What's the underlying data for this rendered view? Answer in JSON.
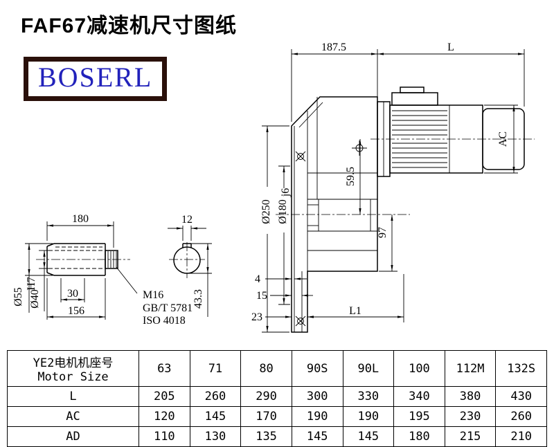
{
  "page": {
    "title": "FAF67减速机尺寸图纸",
    "logo_text": "BOSERL"
  },
  "drawing": {
    "dim_187_5": "187.5",
    "dim_L": "L",
    "dim_AC": "AC",
    "dim_flange_od": "Ø250",
    "dim_spigot_base": "Ø180",
    "dim_spigot_fit": "j6",
    "dim_59_5": "59.5",
    "dim_97": "97",
    "dim_4": "4",
    "dim_15": "15",
    "dim_23": "23",
    "dim_L1": "L1",
    "shaft": {
      "dim_180": "180",
      "dim_12": "12",
      "dim_dia55": "Ø55",
      "dim_dia40_base": "Ø40",
      "dim_dia40_fit": "H7",
      "dim_30": "30",
      "dim_156": "156",
      "thread": "M16",
      "std_gb": "GB/T 5781",
      "std_iso": "ISO 4018",
      "dim_43_3": "43.3"
    }
  },
  "table": {
    "header_cn": "YE2电机机座号",
    "header_en": "Motor Size",
    "sizes": [
      "63",
      "71",
      "80",
      "90S",
      "90L",
      "100",
      "112M",
      "132S"
    ],
    "rows": [
      {
        "label": "L",
        "values": [
          "205",
          "260",
          "290",
          "300",
          "330",
          "340",
          "380",
          "430"
        ]
      },
      {
        "label": "AC",
        "values": [
          "120",
          "145",
          "170",
          "190",
          "190",
          "195",
          "230",
          "260"
        ]
      },
      {
        "label": "AD",
        "values": [
          "110",
          "130",
          "135",
          "145",
          "145",
          "180",
          "215",
          "210"
        ]
      }
    ]
  }
}
